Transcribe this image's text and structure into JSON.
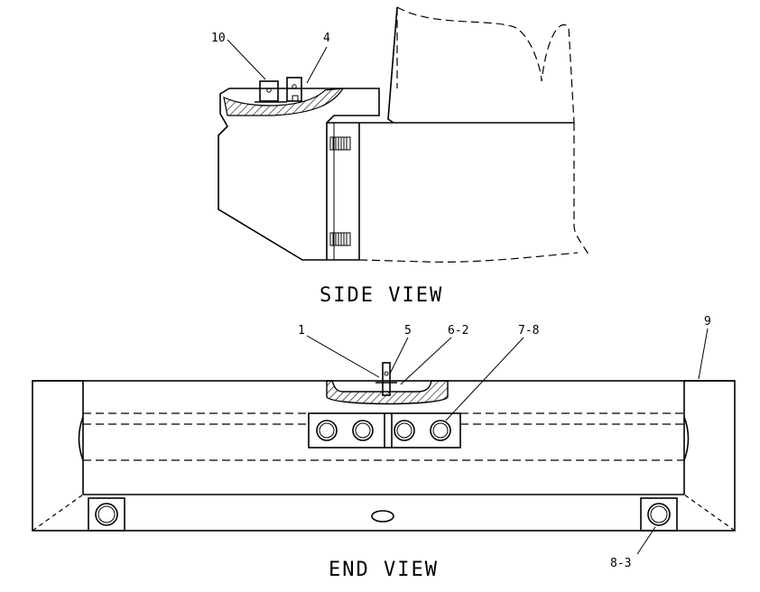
{
  "views": {
    "side": {
      "title": "SIDE VIEW"
    },
    "end": {
      "title": "END VIEW"
    }
  },
  "callouts": {
    "c10": "10",
    "c4": "4",
    "c1": "1",
    "c5": "5",
    "c6_2": "6-2",
    "c7_8": "7-8",
    "c9": "9",
    "c8_3": "8-3"
  }
}
